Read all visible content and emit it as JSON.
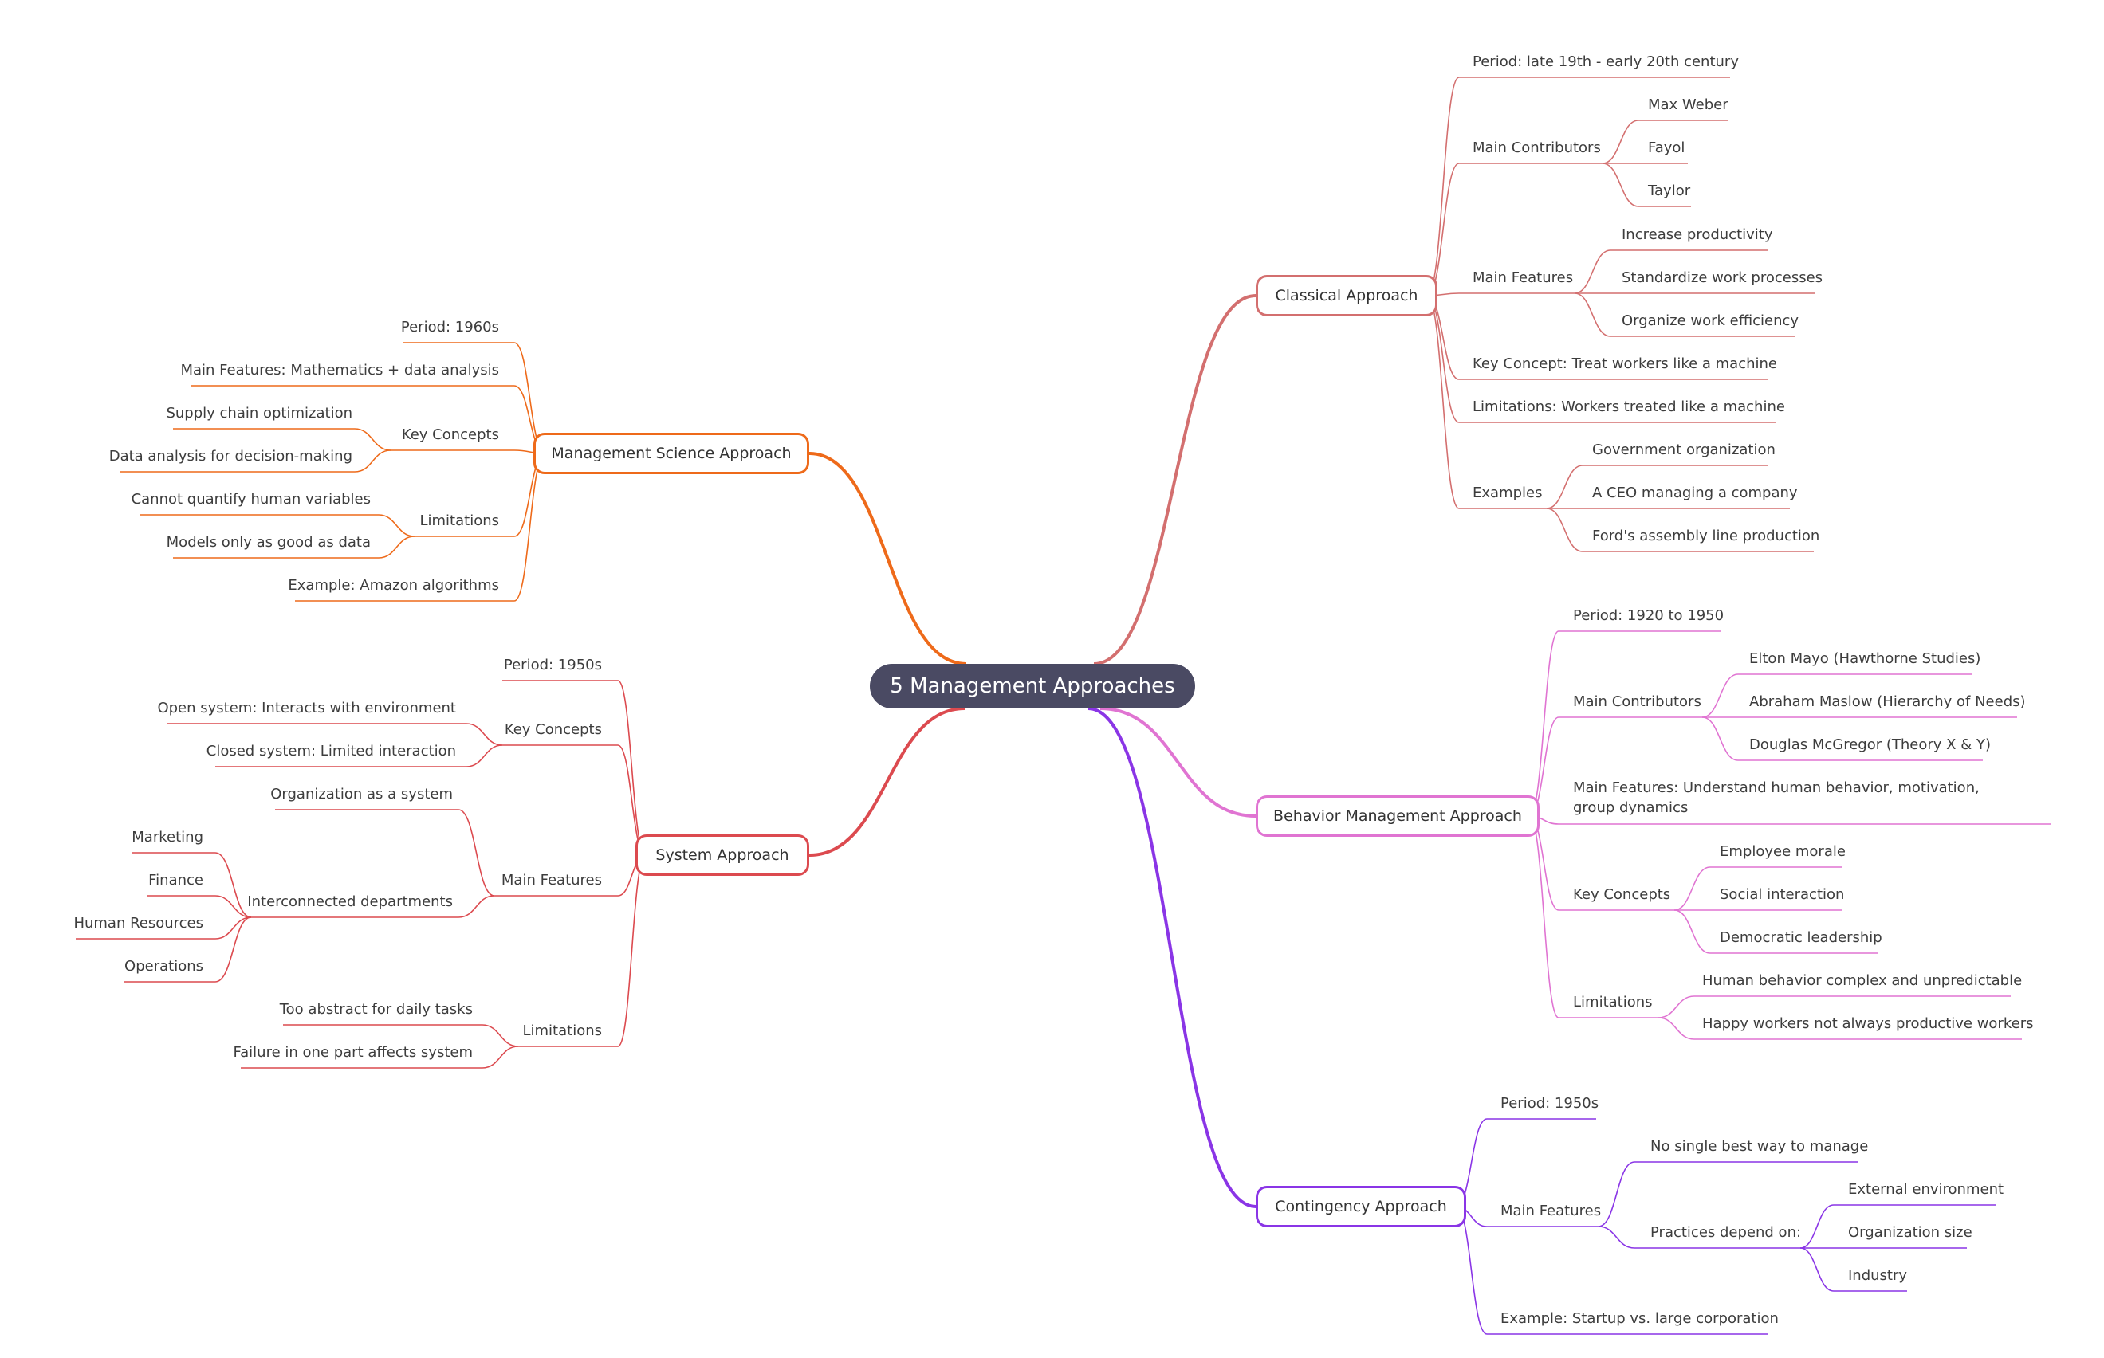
{
  "root": {
    "label": "5 Management Approaches",
    "bg": "#4a4a63",
    "color": "#ffffff"
  },
  "branches": {
    "classical": {
      "label": "Classical Approach",
      "color": "#d36f6f",
      "period": "Period: late 19th - early 20th century",
      "contributors": {
        "label": "Main Contributors",
        "items": [
          "Max Weber",
          "Fayol",
          "Taylor"
        ]
      },
      "features": {
        "label": "Main Features",
        "items": [
          "Increase productivity",
          "Standardize work processes",
          "Organize work efficiency"
        ]
      },
      "key_concept": "Key Concept: Treat workers like a machine",
      "limitations": "Limitations: Workers treated like a machine",
      "examples": {
        "label": "Examples",
        "items": [
          "Government organization",
          "A CEO managing a company",
          "Ford's assembly line production"
        ]
      }
    },
    "behavior": {
      "label": "Behavior Management Approach",
      "color": "#e074d2",
      "period": "Period: 1920 to 1950",
      "contributors": {
        "label": "Main Contributors",
        "items": [
          "Elton Mayo (Hawthorne Studies)",
          "Abraham Maslow (Hierarchy of Needs)",
          "Douglas McGregor (Theory X & Y)"
        ]
      },
      "features": "Main Features: Understand human behavior, motivation, group dynamics",
      "concepts": {
        "label": "Key Concepts",
        "items": [
          "Employee morale",
          "Social interaction",
          "Democratic leadership"
        ]
      },
      "limitations": {
        "label": "Limitations",
        "items": [
          "Human behavior complex and unpredictable",
          "Happy workers not always productive workers"
        ]
      }
    },
    "contingency": {
      "label": "Contingency Approach",
      "color": "#8a35e6",
      "period": "Period: 1950s",
      "features": {
        "label": "Main Features",
        "single": "No single best way to manage",
        "practices": {
          "label": "Practices depend on:",
          "items": [
            "External environment",
            "Organization size",
            "Industry"
          ]
        }
      },
      "example": "Example: Startup vs. large corporation"
    },
    "mgmt_science": {
      "label": "Management Science Approach",
      "color": "#ee6a1a",
      "period": "Period: 1960s",
      "features": "Main Features: Mathematics + data analysis",
      "concepts": {
        "label": "Key Concepts",
        "items": [
          "Supply chain optimization",
          "Data analysis for decision-making"
        ]
      },
      "limitations": {
        "label": "Limitations",
        "items": [
          "Cannot quantify human variables",
          "Models only as good as data"
        ]
      },
      "example": "Example: Amazon algorithms"
    },
    "system": {
      "label": "System Approach",
      "color": "#dc4a4f",
      "period": "Period: 1950s",
      "concepts": {
        "label": "Key Concepts",
        "items": [
          "Open system: Interacts with environment",
          "Closed system: Limited interaction"
        ]
      },
      "features": {
        "label": "Main Features",
        "org": "Organization as a system",
        "interconnected": {
          "label": "Interconnected departments",
          "items": [
            "Marketing",
            "Finance",
            "Human Resources",
            "Operations"
          ]
        }
      },
      "limitations": {
        "label": "Limitations",
        "items": [
          "Too abstract for daily tasks",
          "Failure in one part affects system"
        ]
      }
    }
  }
}
